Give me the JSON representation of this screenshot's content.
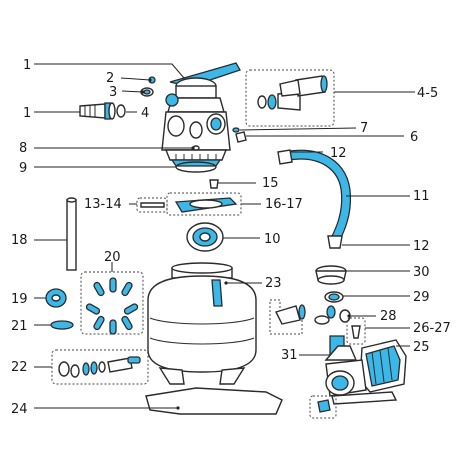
{
  "labels": {
    "l1a": "1",
    "l2": "2",
    "l3": "3",
    "l1b": "1",
    "l4": "4",
    "l45": "4-5",
    "l7": "7",
    "l6": "6",
    "l8": "8",
    "l9": "9",
    "l12a": "12",
    "l15": "15",
    "l11": "11",
    "l1314": "13-14",
    "l1617": "16-17",
    "l18": "18",
    "l10": "10",
    "l12b": "12",
    "l20": "20",
    "l23": "23",
    "l30": "30",
    "l19": "19",
    "l29": "29",
    "l21": "21",
    "l28": "28",
    "l2627": "26-27",
    "l22": "22",
    "l31": "31",
    "l25": "25",
    "l24": "24"
  },
  "colors": {
    "accent": "#3bb7e8",
    "outline": "#2b2b2b"
  }
}
